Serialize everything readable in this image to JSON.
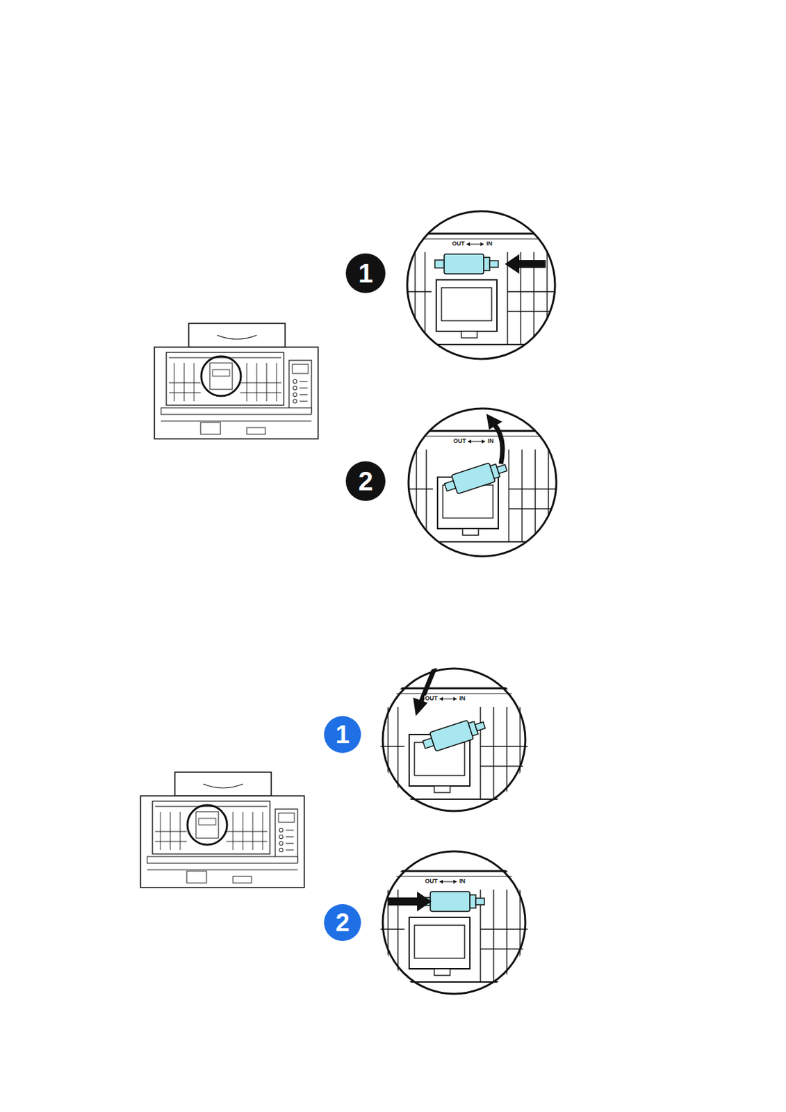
{
  "diagram": {
    "nodes": [
      {
        "text": [
          "1"
        ]
      },
      {
        "text": [
          "2"
        ]
      },
      {
        "text": [
          "1"
        ]
      },
      {
        "text": [
          "2"
        ]
      }
    ],
    "labels": [
      "OUT",
      "IN",
      "OUT",
      "IN",
      "OUT",
      "IN",
      "OUT",
      "IN"
    ]
  }
}
